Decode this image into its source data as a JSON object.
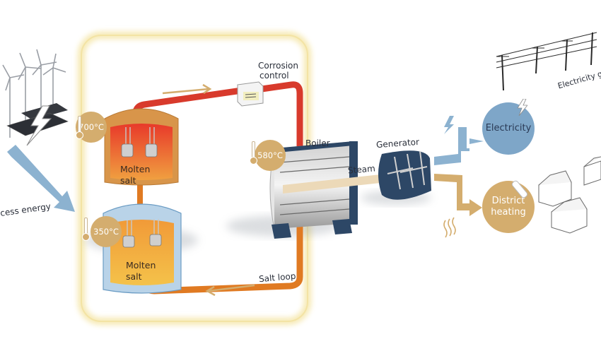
{
  "diagram": {
    "title_elements": {
      "excess_energy_label": "cess energy",
      "corrosion_control_label_line1": "Corrosion",
      "corrosion_control_label_line2": "control",
      "boiler_label": "Boiler",
      "steam_label": "Steam",
      "generator_label": "Generator",
      "salt_loop_label": "Salt loop",
      "electricity_grid_label": "Electricity gr"
    },
    "hot_tank": {
      "temperature": "700°C",
      "label_line1": "Molten",
      "label_line2": "salt"
    },
    "cold_tank": {
      "temperature": "350°C",
      "label_line1": "Molten",
      "label_line2": "salt"
    },
    "boiler": {
      "temperature": "580°C"
    },
    "outputs": [
      {
        "label_line1": "Electricity",
        "label_line2": "",
        "color": "#7ea6c8"
      },
      {
        "label_line1": "District",
        "label_line2": "heating",
        "color": "#d4ad6e"
      }
    ],
    "colors": {
      "hot_pipe": "#d83a2c",
      "cold_pipe": "#e07a22",
      "badge": "#d4ad6e",
      "blue_arrow": "#8cb2d0",
      "gold_arrow": "#d4ad6e",
      "frame_glow": "#f5e6a8",
      "boiler_dark": "#2d4766"
    }
  }
}
